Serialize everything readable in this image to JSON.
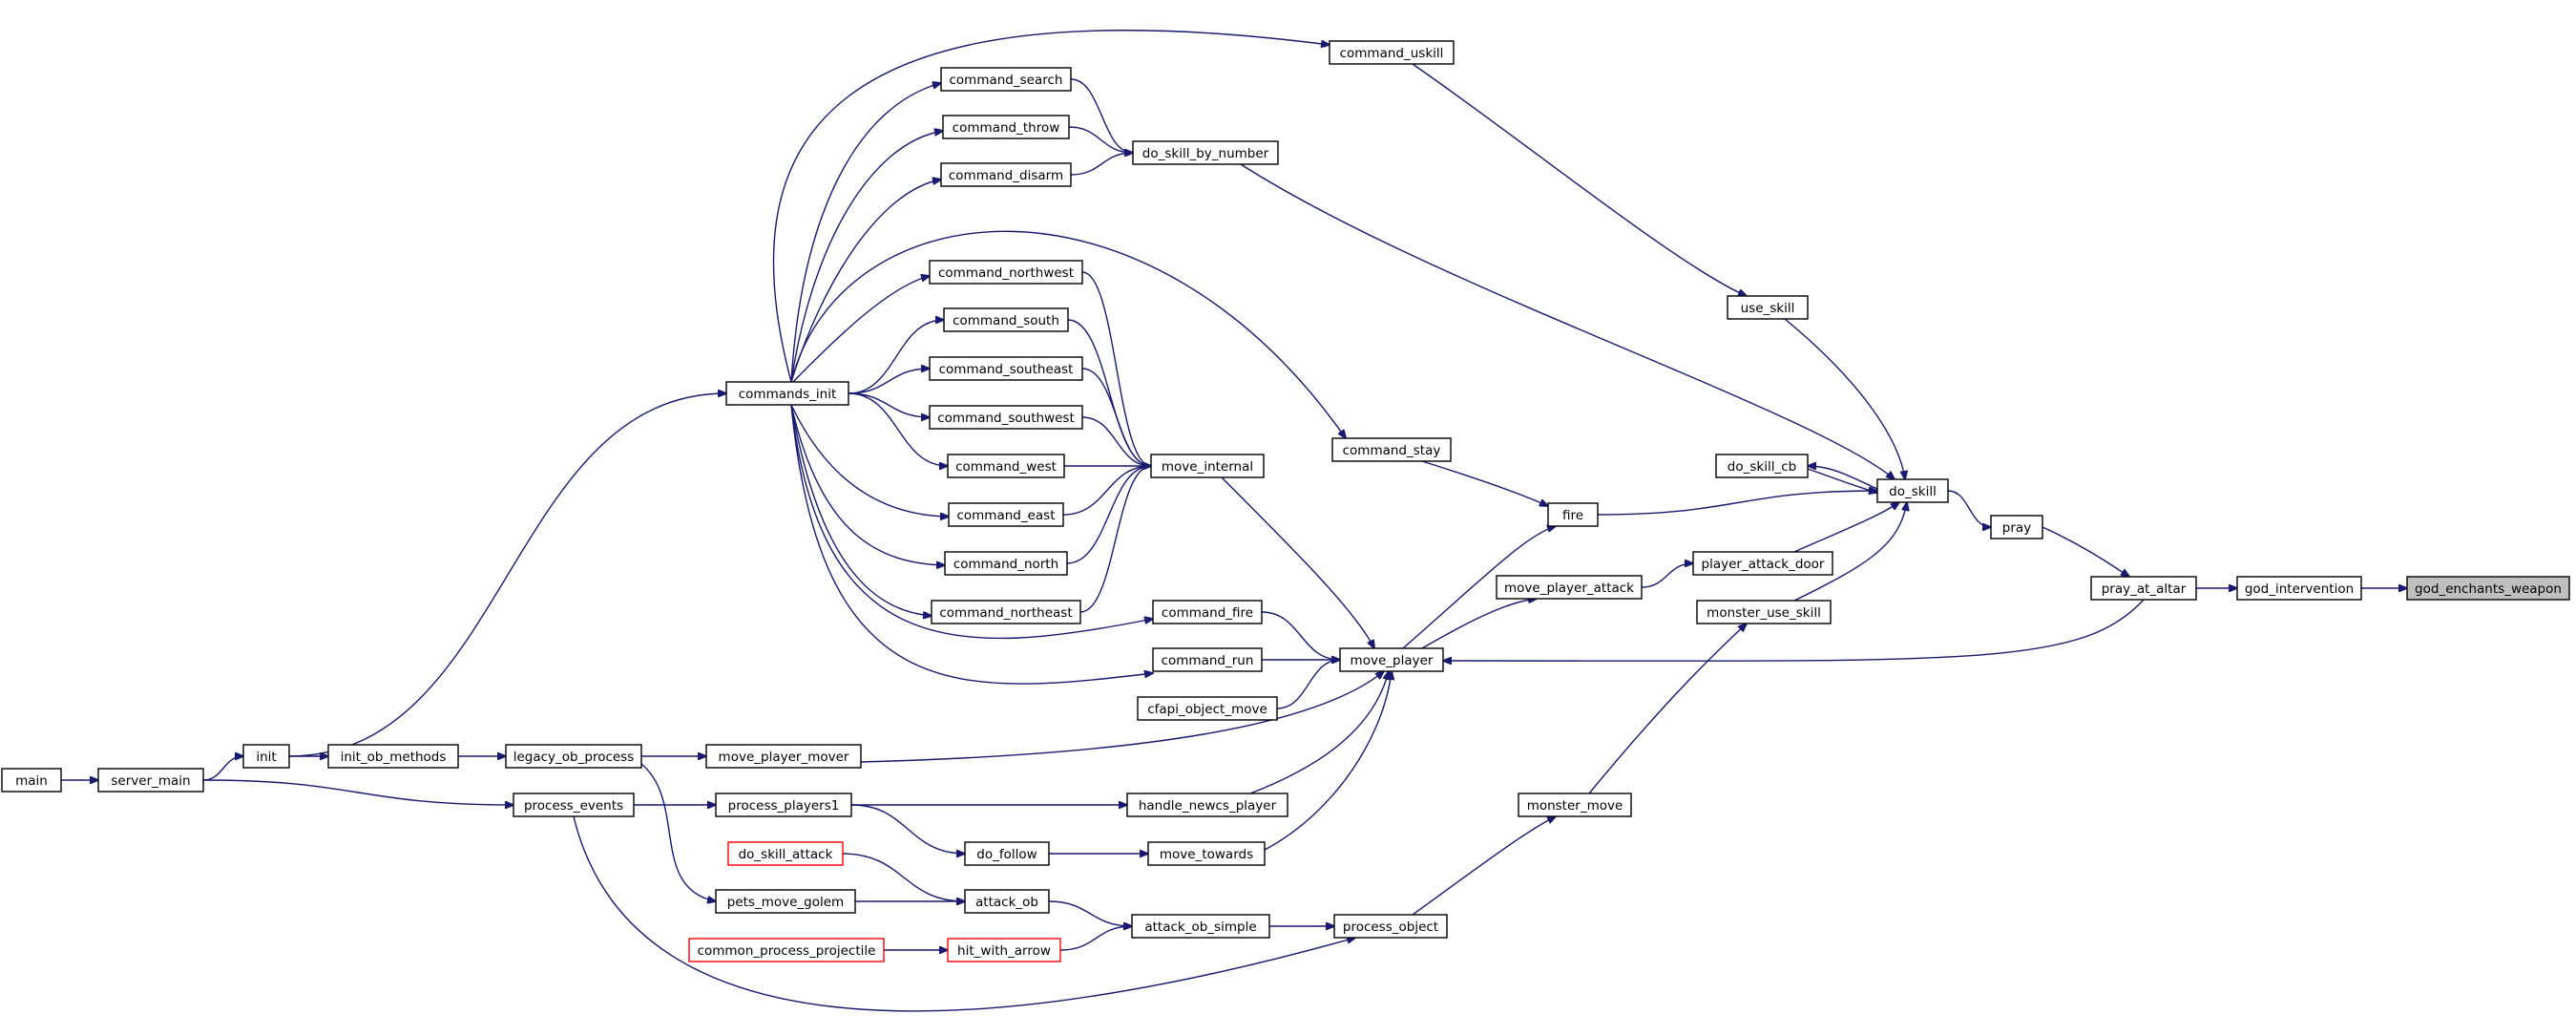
{
  "graph": {
    "root": "god_enchants_weapon",
    "colors": {
      "edge": "#191970",
      "node_border": "#000000",
      "incomplete_border": "#ff0000",
      "root_fill": "#bfbfbf"
    },
    "nodes": [
      {
        "id": "god_enchants_weapon",
        "label": "god_enchants_weapon",
        "style": "root"
      },
      {
        "id": "god_intervention",
        "label": "god_intervention"
      },
      {
        "id": "pray_at_altar",
        "label": "pray_at_altar"
      },
      {
        "id": "pray",
        "label": "pray"
      },
      {
        "id": "do_skill",
        "label": "do_skill"
      },
      {
        "id": "do_skill_cb",
        "label": "do_skill_cb"
      },
      {
        "id": "use_skill",
        "label": "use_skill"
      },
      {
        "id": "command_uskill",
        "label": "command_uskill"
      },
      {
        "id": "do_skill_by_number",
        "label": "do_skill_by_number"
      },
      {
        "id": "fire",
        "label": "fire"
      },
      {
        "id": "player_attack_door",
        "label": "player_attack_door"
      },
      {
        "id": "monster_use_skill",
        "label": "monster_use_skill"
      },
      {
        "id": "move_player_attack",
        "label": "move_player_attack"
      },
      {
        "id": "command_stay",
        "label": "command_stay"
      },
      {
        "id": "move_player",
        "label": "move_player"
      },
      {
        "id": "monster_move",
        "label": "monster_move"
      },
      {
        "id": "process_object",
        "label": "process_object"
      },
      {
        "id": "attack_ob_simple",
        "label": "attack_ob_simple"
      },
      {
        "id": "attack_ob",
        "label": "attack_ob"
      },
      {
        "id": "hit_with_arrow",
        "label": "hit_with_arrow",
        "style": "incomplete"
      },
      {
        "id": "common_process_projectile",
        "label": "common_process_projectile",
        "style": "incomplete"
      },
      {
        "id": "do_skill_attack",
        "label": "do_skill_attack",
        "style": "incomplete"
      },
      {
        "id": "pets_move_golem",
        "label": "pets_move_golem"
      },
      {
        "id": "legacy_ob_process",
        "label": "legacy_ob_process"
      },
      {
        "id": "init_ob_methods",
        "label": "init_ob_methods"
      },
      {
        "id": "init",
        "label": "init"
      },
      {
        "id": "server_main",
        "label": "server_main"
      },
      {
        "id": "main",
        "label": "main"
      },
      {
        "id": "commands_init",
        "label": "commands_init"
      },
      {
        "id": "move_internal",
        "label": "move_internal"
      },
      {
        "id": "command_search",
        "label": "command_search"
      },
      {
        "id": "command_throw",
        "label": "command_throw"
      },
      {
        "id": "command_disarm",
        "label": "command_disarm"
      },
      {
        "id": "command_northwest",
        "label": "command_northwest"
      },
      {
        "id": "command_south",
        "label": "command_south"
      },
      {
        "id": "command_southeast",
        "label": "command_southeast"
      },
      {
        "id": "command_southwest",
        "label": "command_southwest"
      },
      {
        "id": "command_west",
        "label": "command_west"
      },
      {
        "id": "command_east",
        "label": "command_east"
      },
      {
        "id": "command_north",
        "label": "command_north"
      },
      {
        "id": "command_northeast",
        "label": "command_northeast"
      },
      {
        "id": "command_fire",
        "label": "command_fire"
      },
      {
        "id": "command_run",
        "label": "command_run"
      },
      {
        "id": "cfapi_object_move",
        "label": "cfapi_object_move"
      },
      {
        "id": "move_player_mover",
        "label": "move_player_mover"
      },
      {
        "id": "handle_newcs_player",
        "label": "handle_newcs_player"
      },
      {
        "id": "move_towards",
        "label": "move_towards"
      },
      {
        "id": "do_follow",
        "label": "do_follow"
      },
      {
        "id": "process_players1",
        "label": "process_players1"
      },
      {
        "id": "process_events",
        "label": "process_events"
      }
    ],
    "edges": [
      {
        "from": "god_intervention",
        "to": "god_enchants_weapon"
      },
      {
        "from": "pray_at_altar",
        "to": "god_intervention"
      },
      {
        "from": "pray",
        "to": "pray_at_altar"
      },
      {
        "from": "do_skill",
        "to": "pray"
      },
      {
        "from": "do_skill_cb",
        "to": "do_skill"
      },
      {
        "from": "do_skill",
        "to": "do_skill_cb"
      },
      {
        "from": "use_skill",
        "to": "do_skill"
      },
      {
        "from": "command_uskill",
        "to": "use_skill"
      },
      {
        "from": "commands_init",
        "to": "command_uskill"
      },
      {
        "from": "do_skill_by_number",
        "to": "do_skill"
      },
      {
        "from": "command_search",
        "to": "do_skill_by_number"
      },
      {
        "from": "command_throw",
        "to": "do_skill_by_number"
      },
      {
        "from": "command_disarm",
        "to": "do_skill_by_number"
      },
      {
        "from": "fire",
        "to": "do_skill"
      },
      {
        "from": "command_stay",
        "to": "fire"
      },
      {
        "from": "move_player",
        "to": "fire"
      },
      {
        "from": "player_attack_door",
        "to": "do_skill"
      },
      {
        "from": "move_player_attack",
        "to": "player_attack_door"
      },
      {
        "from": "move_player",
        "to": "move_player_attack"
      },
      {
        "from": "monster_use_skill",
        "to": "do_skill"
      },
      {
        "from": "monster_move",
        "to": "monster_use_skill"
      },
      {
        "from": "process_object",
        "to": "monster_move"
      },
      {
        "from": "pray_at_altar",
        "to": "move_player"
      },
      {
        "from": "move_internal",
        "to": "move_player"
      },
      {
        "from": "command_fire",
        "to": "move_player"
      },
      {
        "from": "command_run",
        "to": "move_player"
      },
      {
        "from": "cfapi_object_move",
        "to": "move_player"
      },
      {
        "from": "move_player_mover",
        "to": "move_player"
      },
      {
        "from": "handle_newcs_player",
        "to": "move_player"
      },
      {
        "from": "move_towards",
        "to": "move_player"
      },
      {
        "from": "command_northwest",
        "to": "move_internal"
      },
      {
        "from": "command_south",
        "to": "move_internal"
      },
      {
        "from": "command_southeast",
        "to": "move_internal"
      },
      {
        "from": "command_southwest",
        "to": "move_internal"
      },
      {
        "from": "command_west",
        "to": "move_internal"
      },
      {
        "from": "command_east",
        "to": "move_internal"
      },
      {
        "from": "command_north",
        "to": "move_internal"
      },
      {
        "from": "command_northeast",
        "to": "move_internal"
      },
      {
        "from": "commands_init",
        "to": "command_search"
      },
      {
        "from": "commands_init",
        "to": "command_throw"
      },
      {
        "from": "commands_init",
        "to": "command_disarm"
      },
      {
        "from": "commands_init",
        "to": "command_northwest"
      },
      {
        "from": "commands_init",
        "to": "command_south"
      },
      {
        "from": "commands_init",
        "to": "command_southeast"
      },
      {
        "from": "commands_init",
        "to": "command_southwest"
      },
      {
        "from": "commands_init",
        "to": "command_west"
      },
      {
        "from": "commands_init",
        "to": "command_east"
      },
      {
        "from": "commands_init",
        "to": "command_north"
      },
      {
        "from": "commands_init",
        "to": "command_northeast"
      },
      {
        "from": "commands_init",
        "to": "command_fire"
      },
      {
        "from": "commands_init",
        "to": "command_run"
      },
      {
        "from": "commands_init",
        "to": "command_stay"
      },
      {
        "from": "init",
        "to": "commands_init"
      },
      {
        "from": "server_main",
        "to": "init"
      },
      {
        "from": "main",
        "to": "server_main"
      },
      {
        "from": "init",
        "to": "init_ob_methods"
      },
      {
        "from": "init_ob_methods",
        "to": "legacy_ob_process"
      },
      {
        "from": "legacy_ob_process",
        "to": "move_player_mover"
      },
      {
        "from": "legacy_ob_process",
        "to": "pets_move_golem"
      },
      {
        "from": "server_main",
        "to": "process_events"
      },
      {
        "from": "process_events",
        "to": "process_players1"
      },
      {
        "from": "process_events",
        "to": "process_object"
      },
      {
        "from": "process_players1",
        "to": "handle_newcs_player"
      },
      {
        "from": "process_players1",
        "to": "do_follow"
      },
      {
        "from": "do_follow",
        "to": "move_towards"
      },
      {
        "from": "attack_ob_simple",
        "to": "process_object"
      },
      {
        "from": "attack_ob",
        "to": "attack_ob_simple"
      },
      {
        "from": "hit_with_arrow",
        "to": "attack_ob_simple"
      },
      {
        "from": "common_process_projectile",
        "to": "hit_with_arrow"
      },
      {
        "from": "do_skill_attack",
        "to": "attack_ob"
      },
      {
        "from": "pets_move_golem",
        "to": "attack_ob"
      }
    ]
  }
}
